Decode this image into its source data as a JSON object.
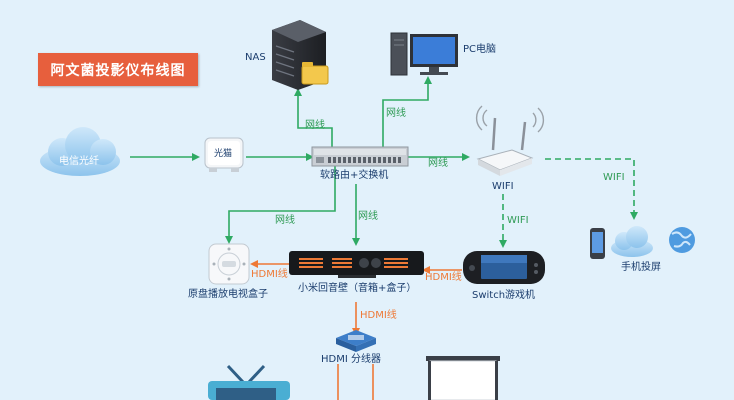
{
  "title": "阿文菌投影仪布线图",
  "nodes": {
    "nas": "NAS",
    "pc": "PC电脑",
    "isp": "电信光纤",
    "modem": "光猫",
    "router": "软路由+交换机",
    "wifi": "WIFI",
    "phone": "手机投屏",
    "tvbox": "原盘播放电视盒子",
    "xiaomi": "小米回音壁（音箱+盒子）",
    "switch": "Switch游戏机",
    "splitter": "HDMI 分线器"
  },
  "links": {
    "lan_nas": "网线",
    "lan_pc": "网线",
    "lan_wifi": "网线",
    "lan_tvbox": "网线",
    "lan_xiaomi": "网线",
    "wifi_phone": "WIFI",
    "wifi_switch": "WIFI",
    "hdmi_tvbox": "HDMI线",
    "hdmi_switch": "HDMI线",
    "hdmi_splitter": "HDMI线"
  },
  "colors": {
    "lan": "#2faa63",
    "hdmi": "#ee7936",
    "title_bg": "#e75f3d",
    "background": "#e2f1fb"
  },
  "icons": [
    "cloud-icon",
    "modem-icon",
    "switch-icon",
    "router-icon",
    "server-icon",
    "monitor-icon",
    "phone-icon",
    "globe-icon",
    "tvbox-icon",
    "soundbar-icon",
    "console-icon",
    "splitter-icon",
    "tv-icon",
    "projector-screen-icon"
  ]
}
